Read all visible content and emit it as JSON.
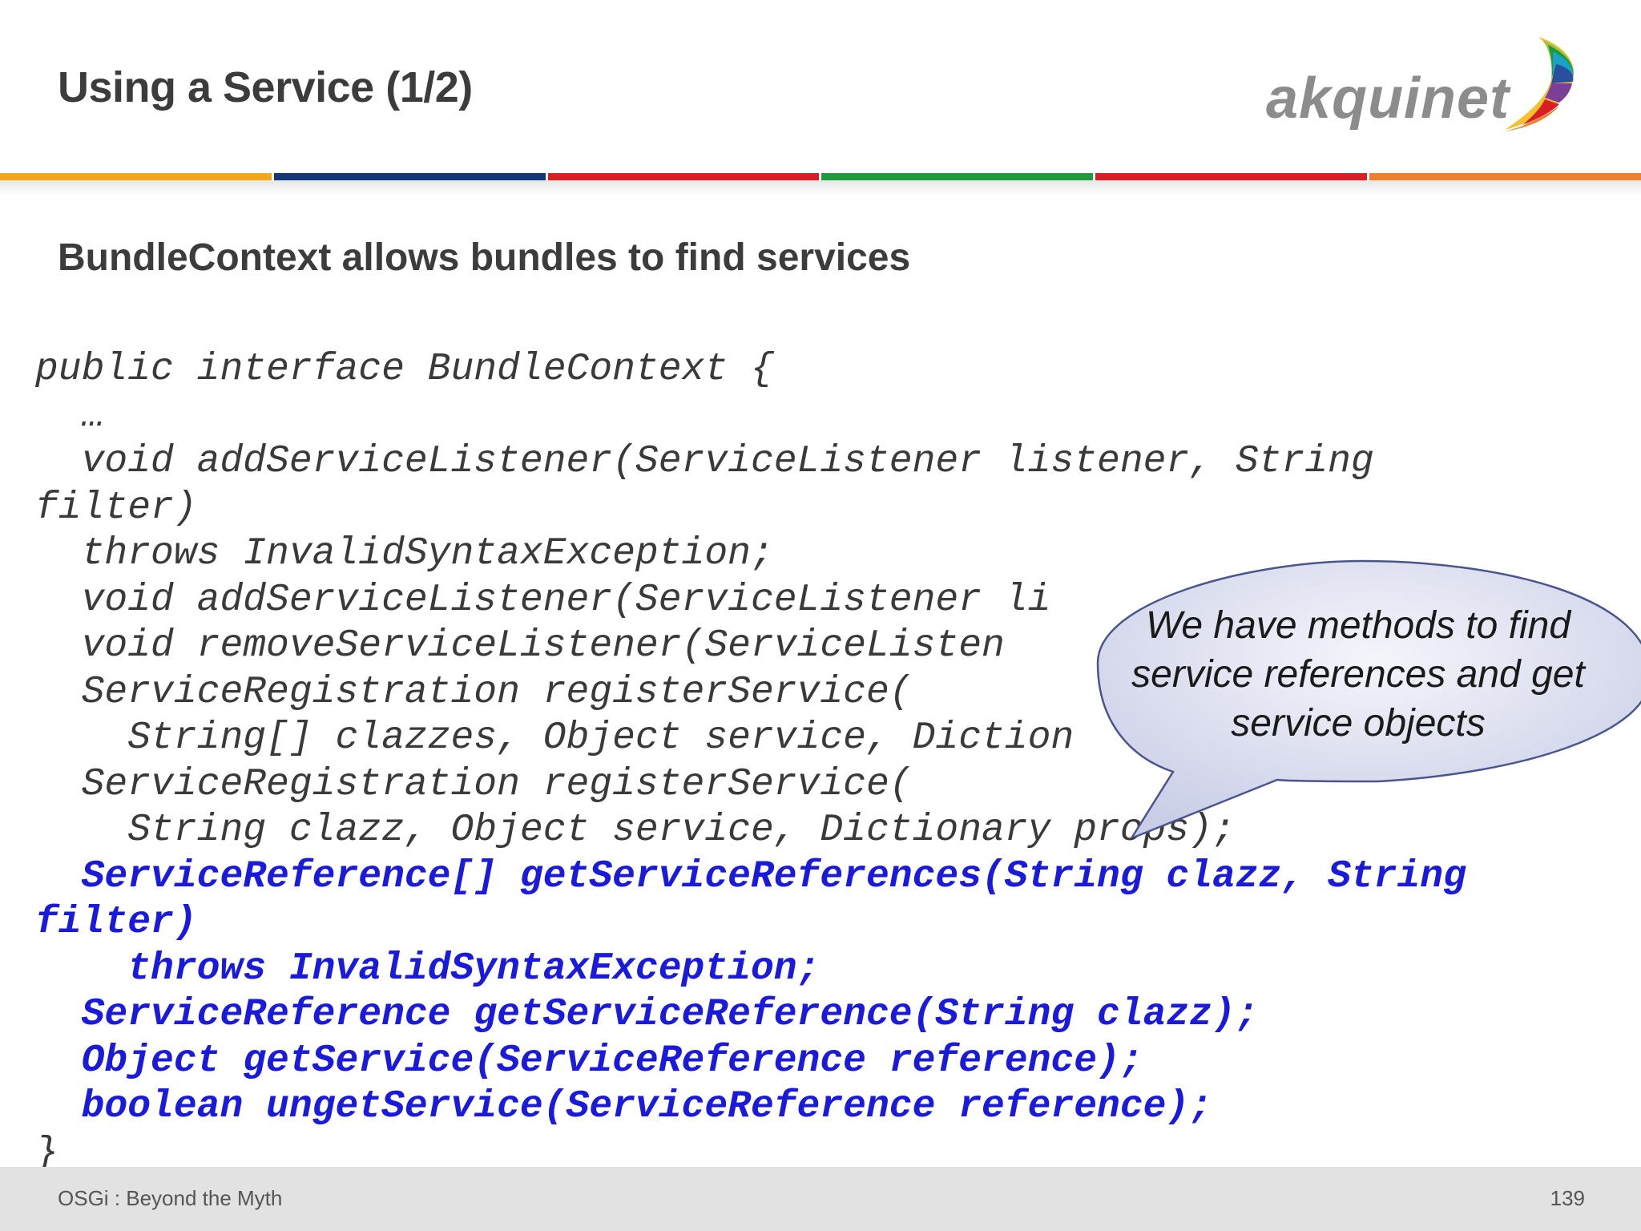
{
  "slide": {
    "title": "Using a Service (1/2)",
    "subtitle": "BundleContext allows bundles to find services"
  },
  "logo": {
    "text": "akquinet"
  },
  "colors": {
    "color_bar": [
      "#f2a619",
      "#14377a",
      "#d81f26",
      "#1e9a3c",
      "#d81f26",
      "#ee7f2d"
    ],
    "code_highlight": "#1a1adc",
    "code_text": "#3a3a3a"
  },
  "code_lines": [
    {
      "text": "public interface BundleContext {",
      "highlight": false
    },
    {
      "text": "  …",
      "highlight": false
    },
    {
      "text": "  void addServiceListener(ServiceListener listener, String",
      "highlight": false
    },
    {
      "text": "filter)",
      "highlight": false
    },
    {
      "text": "  throws InvalidSyntaxException;",
      "highlight": false
    },
    {
      "text": "  void addServiceListener(ServiceListener li",
      "highlight": false
    },
    {
      "text": "  void removeServiceListener(ServiceListen",
      "highlight": false
    },
    {
      "text": "  ServiceRegistration registerService(",
      "highlight": false
    },
    {
      "text": "    String[] clazzes, Object service, Diction",
      "highlight": false
    },
    {
      "text": "  ServiceRegistration registerService(",
      "highlight": false
    },
    {
      "text": "    String clazz, Object service, Dictionary props);",
      "highlight": false
    },
    {
      "text": "  ServiceReference[] getServiceReferences(String clazz, String",
      "highlight": true
    },
    {
      "text": "filter)",
      "highlight": true
    },
    {
      "text": "    throws InvalidSyntaxException;",
      "highlight": true
    },
    {
      "text": "  ServiceReference getServiceReference(String clazz);",
      "highlight": true
    },
    {
      "text": "  Object getService(ServiceReference reference);",
      "highlight": true
    },
    {
      "text": "  boolean ungetService(ServiceReference reference);",
      "highlight": true
    },
    {
      "text": "}",
      "highlight": false
    }
  ],
  "callout": {
    "lines": [
      "We have methods to find",
      "service references and get",
      "service objects"
    ]
  },
  "footer": {
    "left": "OSGi : Beyond the Myth",
    "page_number": "139"
  }
}
